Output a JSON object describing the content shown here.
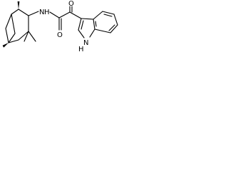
{
  "molecule": {
    "atoms": {
      "amide_nitrogen": "N",
      "amide_hydrogen": "H",
      "amide_oxygen": "O",
      "keto_oxygen": "O",
      "indole_nitrogen": "N",
      "indole_hydrogen": "H"
    }
  }
}
